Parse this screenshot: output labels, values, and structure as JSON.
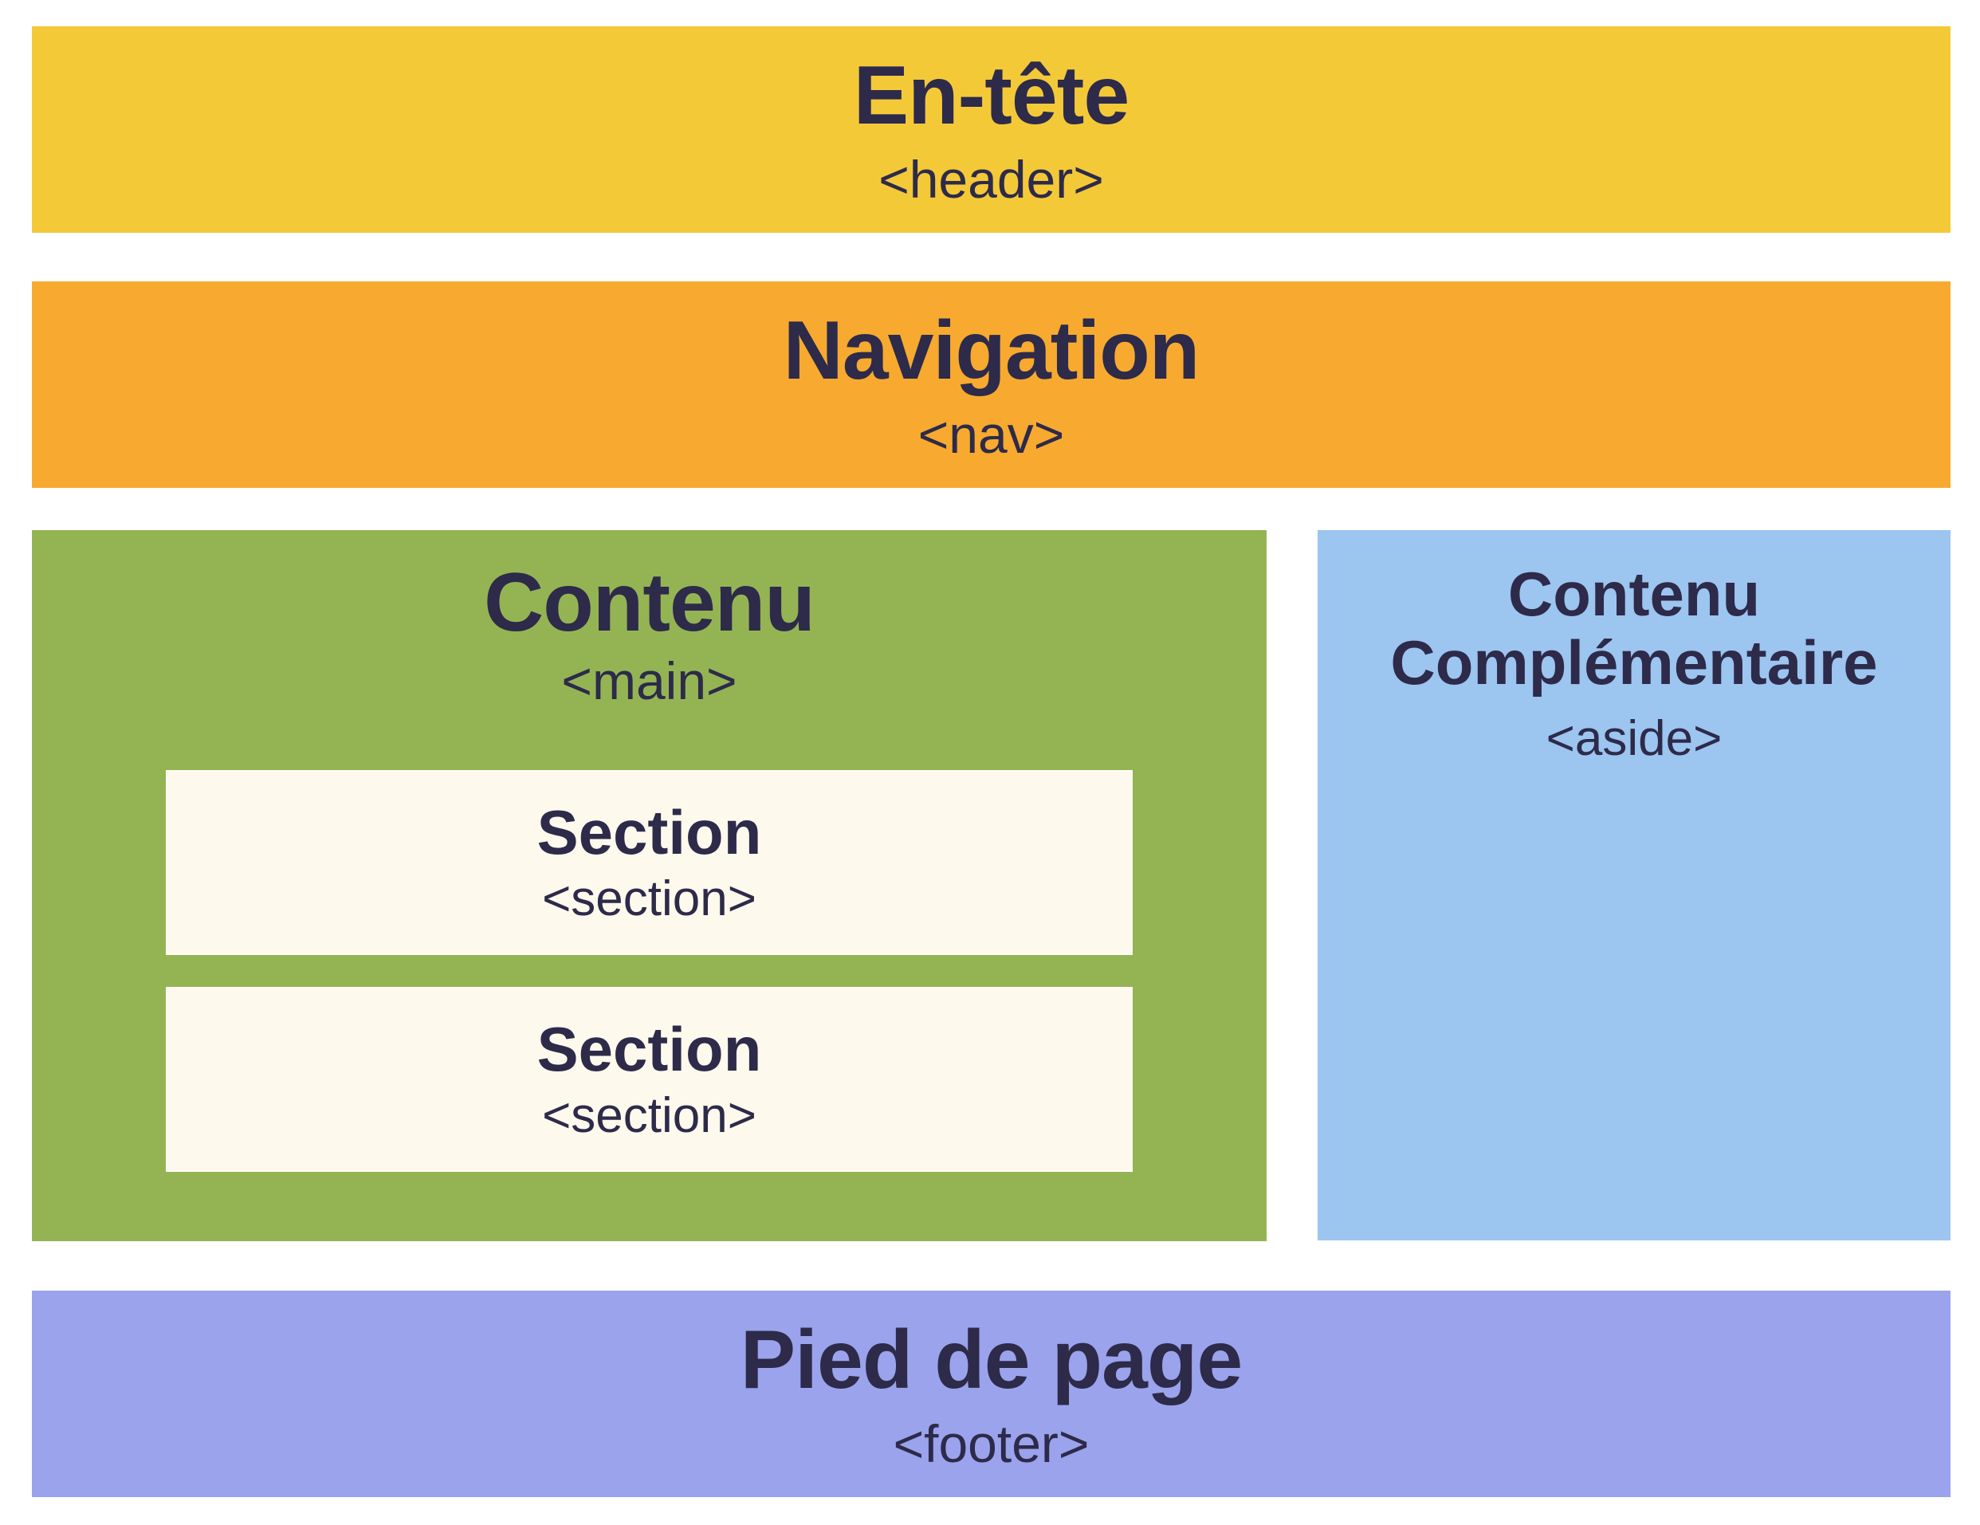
{
  "diagram": {
    "header": {
      "title": "En-tête",
      "tag": "<header>"
    },
    "nav": {
      "title": "Navigation",
      "tag": "<nav>"
    },
    "main": {
      "title": "Contenu",
      "tag": "<main>",
      "sections": [
        {
          "title": "Section",
          "tag": "<section>"
        },
        {
          "title": "Section",
          "tag": "<section>"
        }
      ]
    },
    "aside": {
      "title": "Contenu Complémentaire",
      "tag": "<aside>"
    },
    "footer": {
      "title": "Pied de page",
      "tag": "<footer>"
    }
  },
  "colors": {
    "page_bg": "#FFFFFF",
    "header_bg": "#F4C938",
    "nav_bg": "#F7AA2F",
    "main_bg": "#94B454",
    "section_bg": "#FDF9EC",
    "aside_bg": "#9CC5F0",
    "footer_bg": "#9AA3EB",
    "text": "#2D2A4A"
  }
}
